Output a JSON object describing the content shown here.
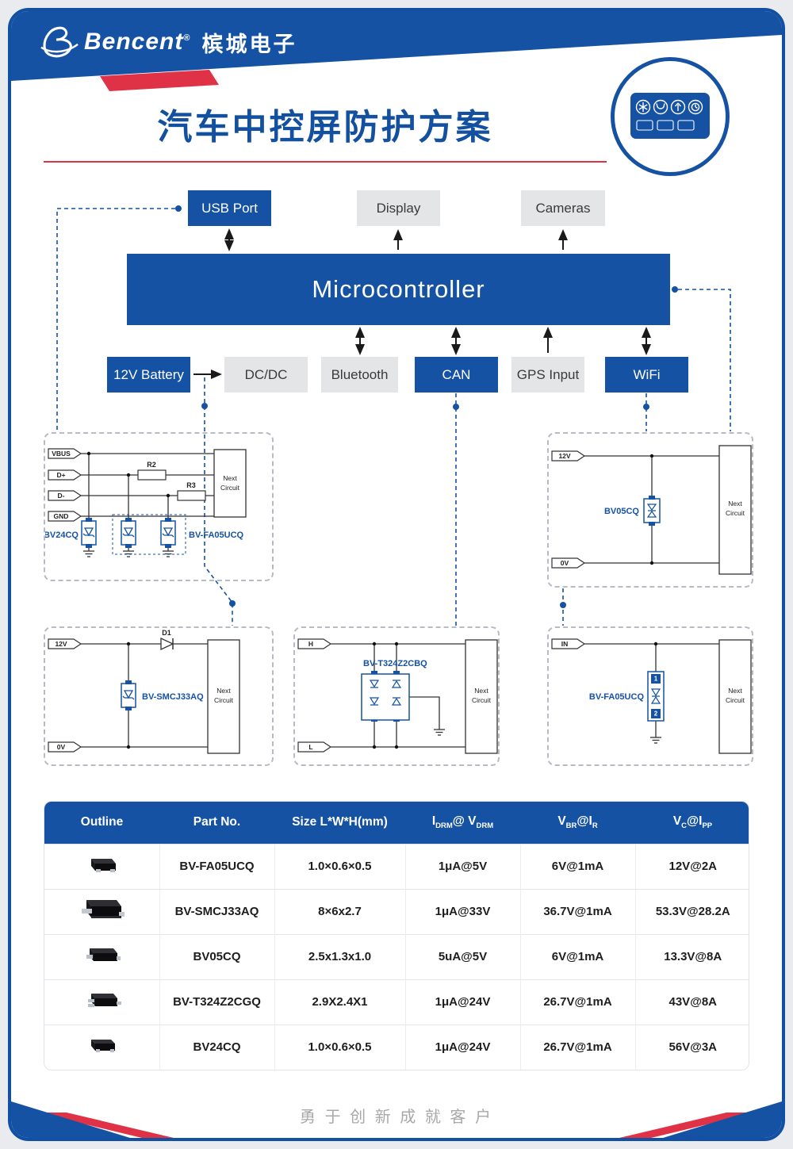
{
  "page": {
    "accent_blue": "#1552a4",
    "accent_red": "#e03246"
  },
  "header": {
    "brand": "Bencent",
    "reg": "®",
    "brand_cn": "槟城电子",
    "title": "汽车中控屏防护方案"
  },
  "diagram": {
    "boxes": {
      "usb": "USB Port",
      "display": "Display",
      "cameras": "Cameras",
      "mcu": "Microcontroller",
      "battery": "12V Battery",
      "dcdc": "DC/DC",
      "bluetooth": "Bluetooth",
      "can": "CAN",
      "gps": "GPS Input",
      "wifi": "WiFi"
    }
  },
  "circuits": {
    "next1": "Next",
    "next2": "Circuit",
    "usb": {
      "pin1": "VBUS",
      "pin2": "D+",
      "pin3": "D-",
      "pin4": "GND",
      "r2": "R2",
      "r3": "R3",
      "part1": "BV24CQ",
      "part2": "BV-FA05UCQ"
    },
    "wifi": {
      "pin_top": "12V",
      "pin_bot": "0V",
      "part": "BV05CQ"
    },
    "battery": {
      "pin_top": "12V",
      "pin_bot": "0V",
      "d1": "D1",
      "part": "BV-SMCJ33AQ"
    },
    "can": {
      "pin_top": "H",
      "pin_bot": "L",
      "part": "BV-T324Z2CBQ"
    },
    "gps": {
      "pin_top": "IN",
      "part": "BV-FA05UCQ",
      "pad1": "1",
      "pad2": "2"
    }
  },
  "table": {
    "headers": {
      "outline": "Outline",
      "part": "Part No.",
      "size": "Size L*W*H(mm)",
      "idrm_a": "I",
      "idrm_a_sub": "DRM",
      "idrm_b": "@ V",
      "idrm_b_sub": "DRM",
      "vbr_a": "V",
      "vbr_a_sub": "BR",
      "vbr_b": "@I",
      "vbr_b_sub": "R",
      "vc_a": "V",
      "vc_a_sub": "C",
      "vc_b": "@I",
      "vc_b_sub": "PP"
    },
    "rows": [
      {
        "part": "BV-FA05UCQ",
        "size": "1.0×0.6×0.5",
        "idrm": "1μA@5V",
        "vbr": "6V@1mA",
        "vc": "12V@2A"
      },
      {
        "part": "BV-SMCJ33AQ",
        "size": "8×6x2.7",
        "idrm": "1μA@33V",
        "vbr": "36.7V@1mA",
        "vc": "53.3V@28.2A"
      },
      {
        "part": "BV05CQ",
        "size": "2.5x1.3x1.0",
        "idrm": "5uA@5V",
        "vbr": "6V@1mA",
        "vc": "13.3V@8A"
      },
      {
        "part": "BV-T324Z2CGQ",
        "size": "2.9X2.4X1",
        "idrm": "1μA@24V",
        "vbr": "26.7V@1mA",
        "vc": "43V@8A"
      },
      {
        "part": "BV24CQ",
        "size": "1.0×0.6×0.5",
        "idrm": "1μA@24V",
        "vbr": "26.7V@1mA",
        "vc": "56V@3A"
      }
    ]
  },
  "footer": {
    "slogan": "勇 于 创 新    成 就 客 户"
  }
}
